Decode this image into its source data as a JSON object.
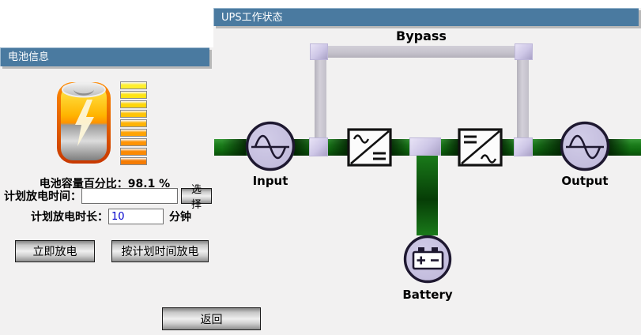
{
  "left_panel": {
    "title": "电池信息",
    "capacity_label": "电池容量百分比：",
    "capacity_value": "98.1 %",
    "battery_percent": 98.1,
    "battery_bars": [
      "#ffef2e",
      "#ffe416",
      "#ffd60c",
      "#ffc407",
      "#ffb306",
      "#ffa305",
      "#ff9304",
      "#fb8903",
      "#f57c03"
    ],
    "schedule_time_label": "计划放电时间：",
    "schedule_time_value": "",
    "select_button": "选择",
    "duration_label": "计划放电时长：",
    "duration_value": "10",
    "duration_unit": "分钟",
    "discharge_now_button": "立即放电",
    "discharge_plan_button": "按计划时间放电"
  },
  "right_panel": {
    "title": "UPS工作状态",
    "labels": {
      "bypass": "Bypass",
      "input": "Input",
      "output": "Output",
      "battery": "Battery"
    }
  },
  "footer": {
    "back_button": "返回"
  },
  "colors": {
    "header_bg": "#4A7AA0",
    "pipe_green": "#177917",
    "pipe_gray": "#C7C3CD",
    "junction_lavender": "#C9C2E4",
    "node_fill": "#C6C1E0",
    "battery_value_text": "#0000CC"
  }
}
